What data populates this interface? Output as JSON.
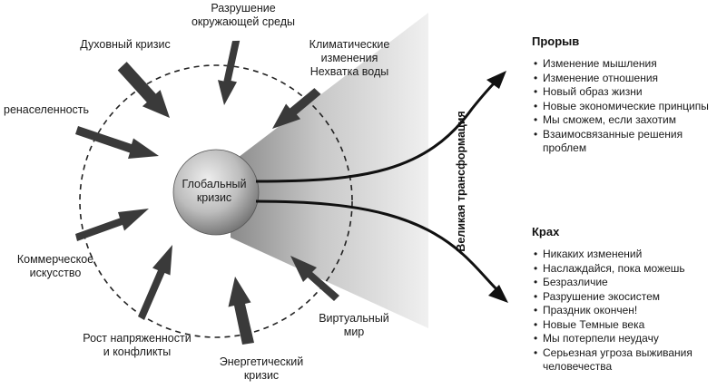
{
  "core": {
    "label": "Глобальный\nкризис"
  },
  "pressures": [
    {
      "id": "environment",
      "label": "Разрушение\nокружающей среды"
    },
    {
      "id": "spiritual",
      "label": "Духовный кризис"
    },
    {
      "id": "climate",
      "label": "Климатические\nизменения\nНехватка воды"
    },
    {
      "id": "overpopulation",
      "label": "ренаселенность"
    },
    {
      "id": "commerce",
      "label": "Коммерческое\nискусство"
    },
    {
      "id": "virtual",
      "label": "Виртуальный\nмир"
    },
    {
      "id": "tension",
      "label": "Рост напряженности\nи конфликты"
    },
    {
      "id": "energy",
      "label": "Энергетический\nкризис"
    }
  ],
  "transformation_label": "Великая трансформация",
  "outcomes": {
    "breakthrough": {
      "title": "Прорыв",
      "items": [
        "Изменение мышления",
        "Изменение отношения",
        "Новый образ жизни",
        "Новые экономические принципы",
        "Мы сможем, если захотим",
        "Взаимосвязанные решения проблем"
      ]
    },
    "collapse": {
      "title": "Крах",
      "items": [
        "Никаких изменений",
        "Наслаждайся, пока можешь",
        "Безразличие",
        "Разрушение экосистем",
        "Праздник окончен!",
        "Новые Темные века",
        "Мы потерпели неудачу",
        "Серьезная угроза выживания человечества"
      ]
    }
  },
  "colors": {
    "arrow": "#3a3a3a",
    "line": "#111111",
    "circle_dash": "#222222"
  }
}
